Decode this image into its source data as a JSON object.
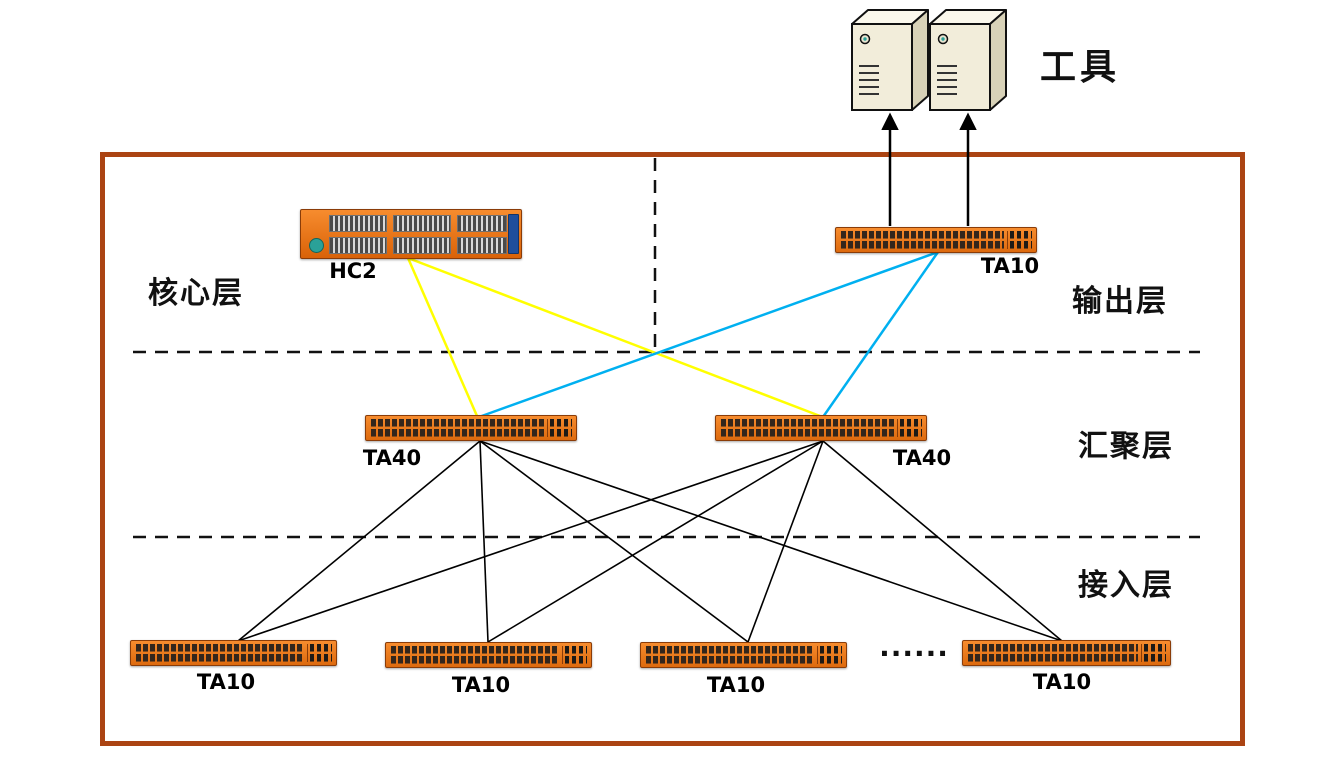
{
  "diagram": {
    "tools_label": "工具",
    "ellipsis": "......",
    "layers": {
      "core": "核心层",
      "output": "输出层",
      "aggregation": "汇聚层",
      "access": "接入层"
    },
    "devices": {
      "core_chassis": "HC2",
      "output_switch": "TA10",
      "agg_switch_left": "TA40",
      "agg_switch_right": "TA40",
      "access_switch_1": "TA10",
      "access_switch_2": "TA10",
      "access_switch_3": "TA10",
      "access_switch_4": "TA10"
    },
    "colors": {
      "frame_border": "#ab4413",
      "link_core_to_agg": "#ffff00",
      "link_output_to_agg": "#00b0f0",
      "link_access": "#000000",
      "switch_body": "#e8721c"
    }
  }
}
